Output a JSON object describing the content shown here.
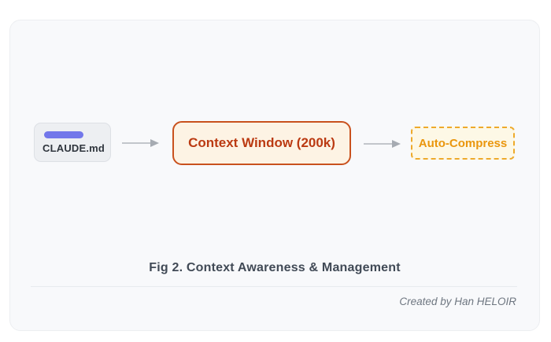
{
  "figure": {
    "caption": "Fig 2. Context Awareness & Management",
    "attribution": "Created by Han HELOIR"
  },
  "flow": {
    "nodes": [
      {
        "id": "claude-md",
        "label": "CLAUDE.md",
        "kind": "file-card"
      },
      {
        "id": "context-window",
        "label": "Context Window (200k)",
        "kind": "solid-highlight-box"
      },
      {
        "id": "auto-compress",
        "label": "Auto-Compress",
        "kind": "dashed-highlight-box"
      }
    ],
    "connectors": [
      {
        "from": "claude-md",
        "to": "context-window",
        "style": "arrow-right"
      },
      {
        "from": "context-window",
        "to": "auto-compress",
        "style": "arrow-right"
      }
    ]
  },
  "colors": {
    "page_background": "#ffffff",
    "card_background": "#f8f9fb",
    "card_border": "#eceef1",
    "file_node_background": "#edeff2",
    "file_accent_bar": "#7277ea",
    "file_label_text": "#2f353d",
    "context_background": "#fdf3e4",
    "context_border": "#c9511d",
    "context_text": "#bb3a12",
    "compress_background": "#fdf8e6",
    "compress_border": "#eeaa2b",
    "compress_text": "#ea960d",
    "arrow_line": "#c2c6cb",
    "arrow_head": "#a6abb2",
    "caption_text": "#414a56",
    "attribution_text": "#6e7680",
    "divider": "#e8ebee"
  }
}
